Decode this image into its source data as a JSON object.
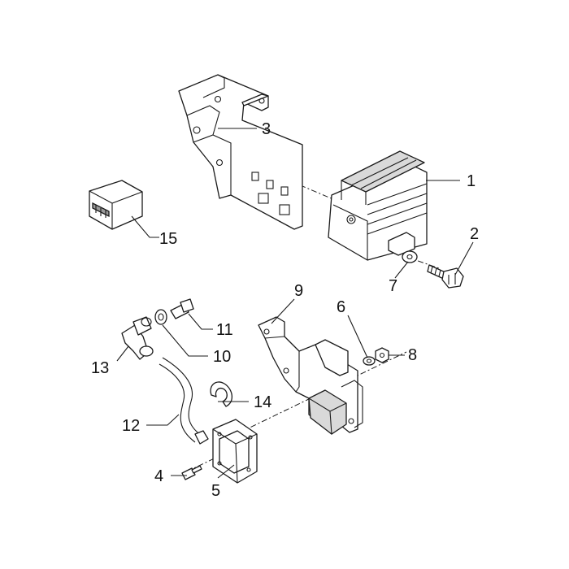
{
  "callouts": {
    "n1": "1",
    "n2": "2",
    "n3": "3",
    "n4": "4",
    "n5": "5",
    "n6": "6",
    "n7": "7",
    "n8": "8",
    "n9": "9",
    "n10": "10",
    "n11": "11",
    "n12": "12",
    "n13": "13",
    "n14": "14",
    "n15": "15"
  },
  "colors": {
    "line": "#1a1a1a",
    "shade": "#d9d9d9",
    "background": "#ffffff"
  }
}
